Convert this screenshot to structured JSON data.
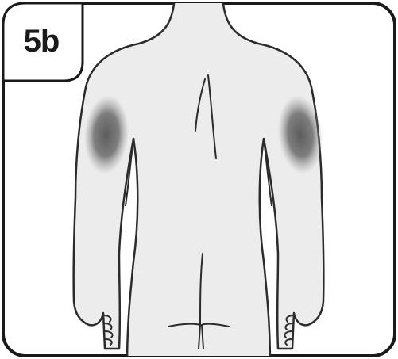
{
  "panel": {
    "step_label": "5b"
  },
  "colors": {
    "frame_stroke": "#1a1a1a",
    "body_fill": "#ececec",
    "body_stroke": "#2b2b2b",
    "injection_site": "#666666",
    "background": "#ffffff"
  },
  "figure": {
    "subject": "back-of-upper-body",
    "highlighted_sites": [
      "left-upper-arm-back",
      "right-upper-arm-back"
    ]
  }
}
